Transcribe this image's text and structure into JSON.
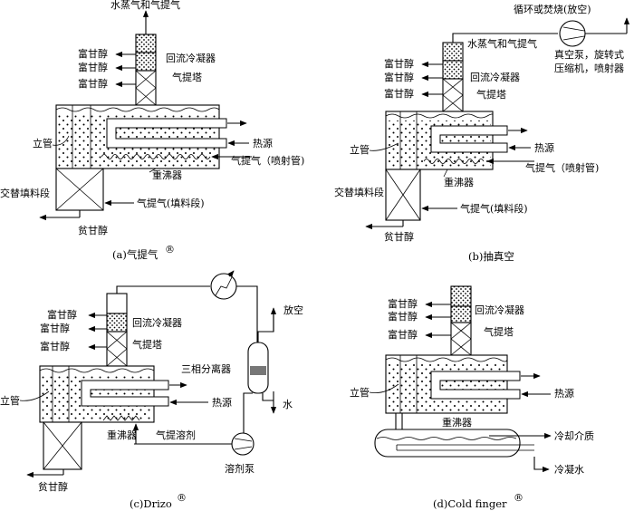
{
  "panel_a": {
    "caption": "(a)气提气",
    "reg": "®",
    "top_out": "水蒸气和气提气",
    "rich1": "富甘醇",
    "rich2": "富甘醇",
    "rich3": "富甘醇",
    "reflux": "回流冷凝器",
    "stripper": "气提塔",
    "standpipe": "立管",
    "heat": "热源",
    "strip_gas_spray": "气提气（喷射管)",
    "reboiler": "重沸器",
    "packed": "交替填料段",
    "strip_gas_packed": "气提气(填料段)",
    "lean": "贫甘醇"
  },
  "panel_b": {
    "caption": "(b)抽真空",
    "recycle": "循环或焚烧(放空)",
    "top_out": "水蒸气和气提气",
    "pump1": "真空泵，旋转式",
    "pump2": "压缩机，喷射器",
    "rich1": "富甘醇",
    "rich2": "富甘醇",
    "rich3": "富甘醇",
    "reflux": "回流冷凝器",
    "stripper": "气提塔",
    "standpipe": "立管",
    "heat": "热源",
    "strip_gas_spray": "气提气（喷射管)",
    "reboiler": "重沸器",
    "packed": "交替填料段",
    "strip_gas_packed": "气提气(填料段)",
    "lean": "贫甘醇"
  },
  "panel_c": {
    "caption": "(c)Drizo",
    "reg": "®",
    "vent": "放空",
    "rich1": "富甘醇",
    "rich2": "富甘醇",
    "rich3": "富甘醇",
    "reflux": "回流冷凝器",
    "stripper": "气提塔",
    "separator": "三相分离器",
    "standpipe": "立管",
    "heat": "热源",
    "water": "水",
    "reboiler": "重沸器",
    "solvent": "气提溶剂",
    "pump": "溶剂泵",
    "lean": "贫甘醇"
  },
  "panel_d": {
    "caption": "(d)Cold finger",
    "reg": "®",
    "rich1": "富甘醇",
    "rich2": "富甘醇",
    "rich3": "富甘醇",
    "reflux": "回流冷凝器",
    "stripper": "气提塔",
    "standpipe": "立管",
    "heat": "热源",
    "reboiler": "重沸器",
    "coolant": "冷却介质",
    "condensate": "冷凝水"
  }
}
